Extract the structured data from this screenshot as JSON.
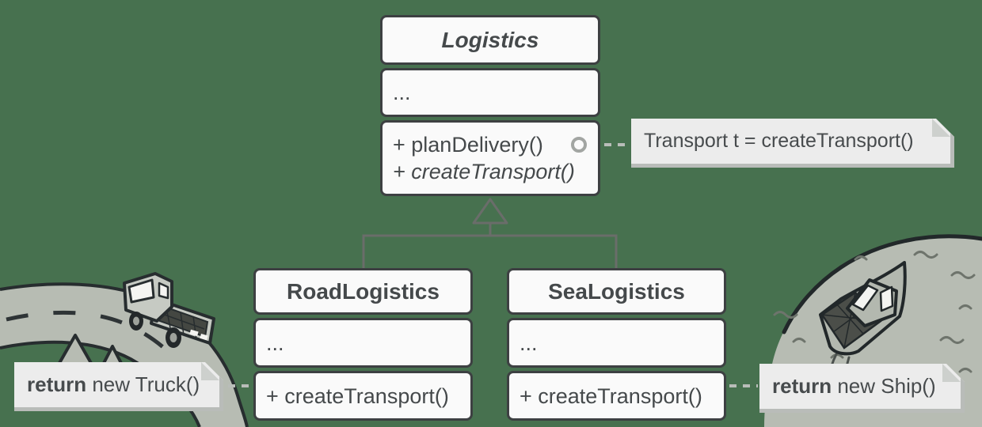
{
  "diagram": {
    "type": "uml-class-diagram",
    "pattern": "Factory Method",
    "classes": {
      "logistics": {
        "name": "Logistics",
        "abstract": true,
        "attributes": "...",
        "methods": [
          {
            "text": "+ planDelivery()",
            "abstract": false
          },
          {
            "text": "+ createTransport()",
            "abstract": true
          }
        ]
      },
      "road_logistics": {
        "name": "RoadLogistics",
        "attributes": "...",
        "methods": [
          {
            "text": "+ createTransport()",
            "abstract": false
          }
        ]
      },
      "sea_logistics": {
        "name": "SeaLogistics",
        "attributes": "...",
        "methods": [
          {
            "text": "+ createTransport()",
            "abstract": false
          }
        ]
      }
    },
    "notes": {
      "transport": {
        "text": "Transport t = createTransport()"
      },
      "truck": {
        "keyword": "return",
        "rest": " new Truck()"
      },
      "ship": {
        "keyword": "return",
        "rest": " new Ship()"
      }
    },
    "relations": [
      {
        "type": "inheritance",
        "from": "RoadLogistics",
        "to": "Logistics"
      },
      {
        "type": "inheritance",
        "from": "SeaLogistics",
        "to": "Logistics"
      },
      {
        "type": "note-link",
        "from": "transport-note",
        "to": "planDelivery()"
      },
      {
        "type": "note-link",
        "from": "truck-note",
        "to": "RoadLogistics"
      },
      {
        "type": "note-link",
        "from": "ship-note",
        "to": "SeaLogistics"
      }
    ],
    "illustrations": {
      "left": "truck-on-winding-road",
      "right": "cargo-ship-on-water"
    },
    "colors": {
      "background": "#47714f",
      "box_fill": "#fafafa",
      "box_border": "#3d4042",
      "text": "#45494b",
      "note_fill": "#ececec",
      "note_shadow": "#b9bcb9",
      "connector": "#6a6d6a",
      "dash": "#b9bdb9",
      "artwork_gray": "#b7bcb3",
      "artwork_dark": "#272d2f"
    }
  }
}
